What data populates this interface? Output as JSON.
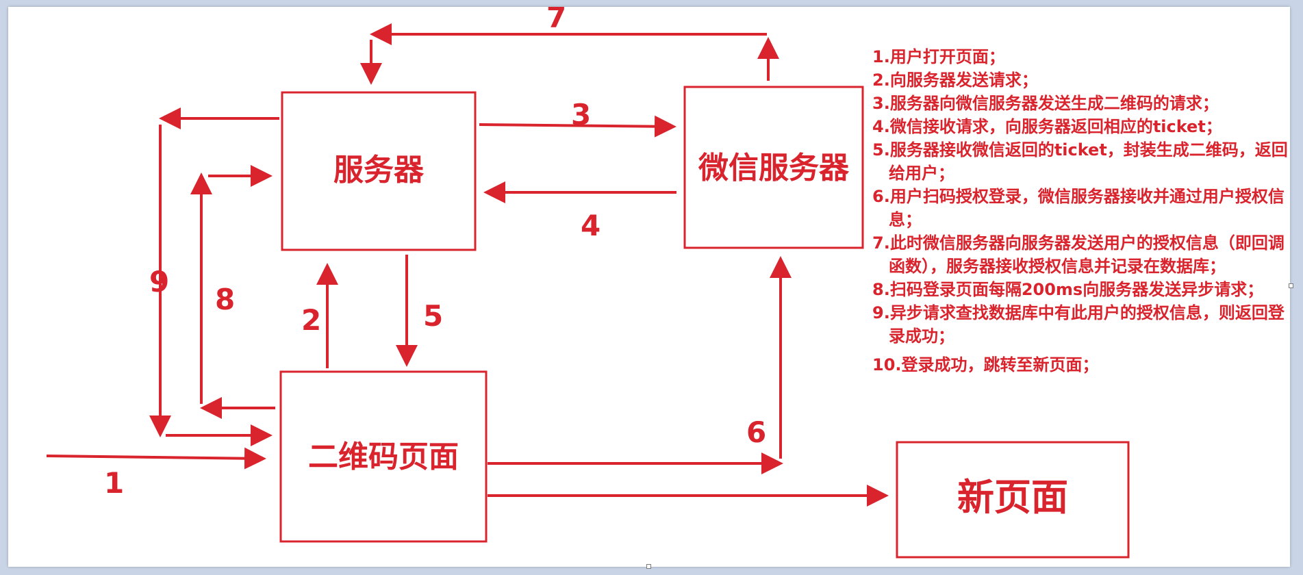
{
  "colors": {
    "accent": "#d9232d",
    "canvas": "#ffffff",
    "backdrop": "#c9d5e6"
  },
  "boxes": {
    "server": "服务器",
    "wechat_server": "微信服务器",
    "qr_page": "二维码页面",
    "new_page": "新页面"
  },
  "arrow_labels": {
    "a1": "1",
    "a2": "2",
    "a3": "3",
    "a4": "4",
    "a5": "5",
    "a6": "6",
    "a7": "7",
    "a8": "8",
    "a9": "9"
  },
  "steps": [
    "1.用户打开页面；",
    "2.向服务器发送请求；",
    "3.服务器向微信服务器发送生成二维码的请求；",
    "4.微信接收请求，向服务器返回相应的ticket；",
    "5.服务器接收微信返回的ticket，封装生成二维码，返回给用户；",
    "6.用户扫码授权登录，微信服务器接收并通过用户授权信息；",
    "7.此时微信服务器向服务器发送用户的授权信息（即回调函数），服务器接收授权信息并记录在数据库；",
    "8.扫码登录页面每隔200ms向服务器发送异步请求；",
    "9.异步请求查找数据库中有此用户的授权信息，则返回登录成功；",
    "10.登录成功，跳转至新页面；"
  ]
}
